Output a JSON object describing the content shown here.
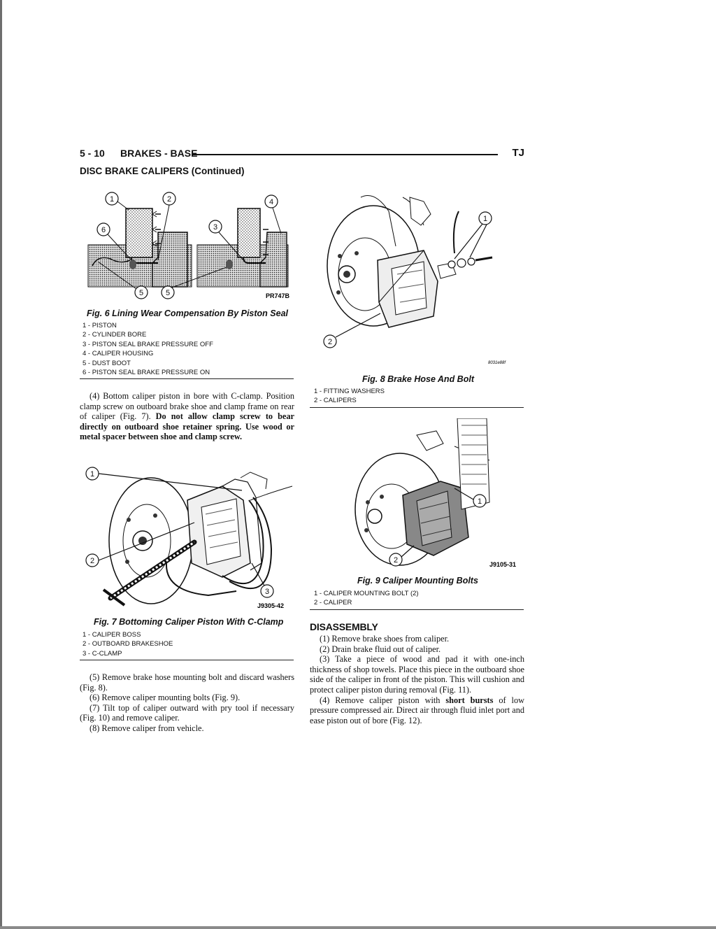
{
  "header": {
    "page_number": "5 - 10",
    "section": "BRAKES - BASE",
    "model": "TJ",
    "subheading": "DISC BRAKE CALIPERS (Continued)"
  },
  "fig6": {
    "caption": "Fig. 6 Lining Wear Compensation By Piston Seal",
    "code": "PR747B",
    "callouts": [
      "1",
      "2",
      "3",
      "4",
      "5",
      "5",
      "6"
    ],
    "legend": [
      "1 - PISTON",
      "2 - CYLINDER BORE",
      "3 - PISTON SEAL BRAKE PRESSURE OFF",
      "4 - CALIPER HOUSING",
      "5 - DUST BOOT",
      "6 - PISTON SEAL BRAKE PRESSURE ON"
    ]
  },
  "fig7": {
    "caption": "Fig. 7 Bottoming Caliper Piston With C-Clamp",
    "code": "J9305-42",
    "callouts": [
      "1",
      "2",
      "3"
    ],
    "legend": [
      "1 - CALIPER BOSS",
      "2 - OUTBOARD BRAKESHOE",
      "3 - C-CLAMP"
    ]
  },
  "fig8": {
    "caption": "Fig. 8 Brake Hose And Bolt",
    "code": "8031e88f",
    "callouts": [
      "1",
      "2"
    ],
    "legend": [
      "1 - FITTING WASHERS",
      "2 - CALIPERS"
    ]
  },
  "fig9": {
    "caption": "Fig. 9 Caliper Mounting Bolts",
    "code": "J9105-31",
    "callouts": [
      "1",
      "2"
    ],
    "legend": [
      "1 - CALIPER MOUNTING BOLT (2)",
      "2 - CALIPER"
    ]
  },
  "left_text_1": {
    "normal": "(4) Bottom caliper piston in bore with C-clamp. Position clamp screw on outboard brake shoe and clamp frame on rear of caliper (Fig. 7). ",
    "bold": "Do not allow clamp screw to bear directly on outboard shoe retainer spring. Use wood or metal spacer between shoe and clamp screw."
  },
  "left_text_2": [
    "(5) Remove brake hose mounting bolt and discard washers (Fig. 8).",
    "(6) Remove caliper mounting bolts (Fig. 9).",
    "(7) Tilt top of caliper outward with pry tool if necessary (Fig. 10) and remove caliper.",
    "(8) Remove caliper from vehicle."
  ],
  "disassembly": {
    "heading": "DISASSEMBLY",
    "steps": [
      "(1) Remove brake shoes from caliper.",
      "(2) Drain brake fluid out of caliper.",
      "(3) Take a piece of wood and pad it with one-inch thickness of shop towels. Place this piece in the outboard shoe side of the caliper in front of the piston. This will cushion and protect caliper piston during removal (Fig. 11)."
    ],
    "step4_a": "(4) Remove caliper piston with ",
    "step4_bold": "short bursts",
    "step4_b": " of low pressure compressed air. Direct air through fluid inlet port and ease piston out of bore (Fig. 12)."
  }
}
